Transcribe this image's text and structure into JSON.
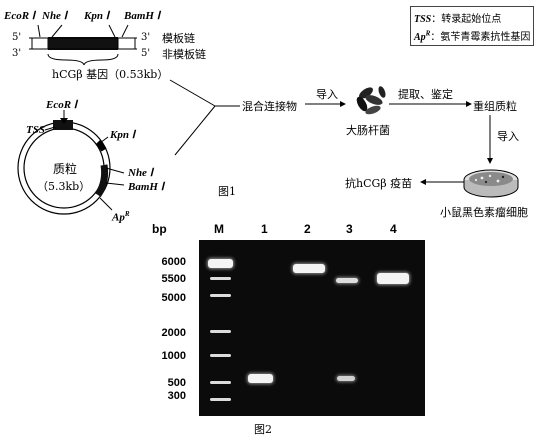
{
  "figure1": {
    "gene_labels": {
      "ecori": "EcoR Ⅰ",
      "nhei": "Nhe Ⅰ",
      "kpni": "Kpn Ⅰ",
      "bamhi": "BamH Ⅰ",
      "five_prime_top": "5'",
      "three_prime_top": "3'",
      "three_prime_bottom": "3'",
      "five_prime_bottom": "5'",
      "template_strand": "模板链",
      "non_template_strand": "非模板链",
      "gene_name": "hCGβ 基因（0.53kb）"
    },
    "plasmid": {
      "tss": "TSS",
      "ecori": "EcoR Ⅰ",
      "kpni": "Kpn Ⅰ",
      "nhei": "Nhe Ⅰ",
      "bamhi": "BamH Ⅰ",
      "apr": "Ap",
      "apr_sup": "R",
      "name": "质粒",
      "size": "（5.3kb）"
    },
    "legend": {
      "tss_key": "TSS",
      "tss_desc": "：转录起始位点",
      "apr_key": "Ap",
      "apr_sup": "R",
      "apr_desc": "：氨苄青霉素抗性基因"
    },
    "flow": {
      "import1": "导入",
      "mixture": "混合连接物",
      "ecoli": "大肠杆菌",
      "extract": "提取、鉴定",
      "recombinant": "重组质粒",
      "import2": "导入",
      "melanoma": "小鼠黑色素瘤细胞",
      "vaccine": "抗hCGβ 疫苗"
    },
    "caption": "图1"
  },
  "figure2": {
    "unit": "bp",
    "lanes": [
      "M",
      "1",
      "2",
      "3",
      "4"
    ],
    "ticks": [
      "6000",
      "5500",
      "5000",
      "2000",
      "1000",
      "500",
      "300"
    ],
    "caption": "图2"
  },
  "colors": {
    "gel_background": "#0b0b0b",
    "band": "#f4f4f4",
    "ink": "#000000"
  }
}
